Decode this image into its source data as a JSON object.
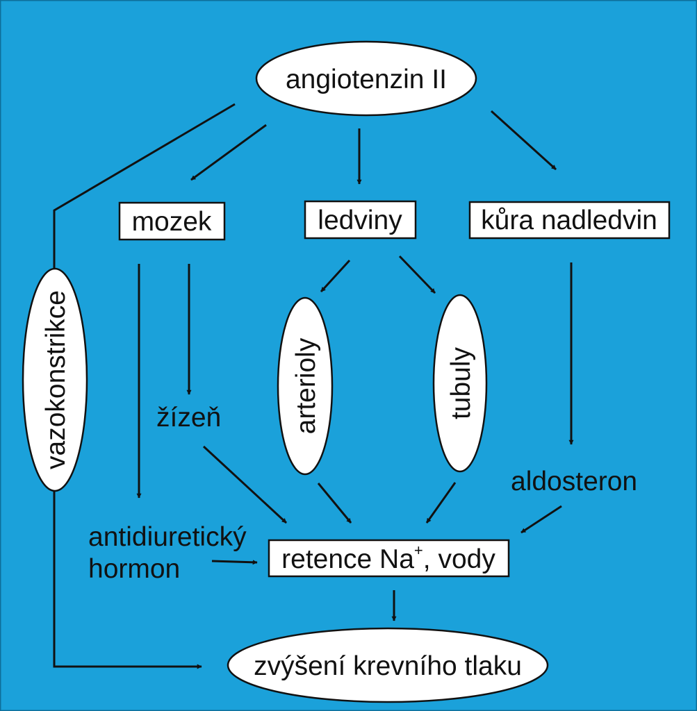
{
  "colors": {
    "background": "#1BA1DA",
    "frame": "#0E6E9A",
    "box_fill": "#FFFFFF",
    "stroke": "#111111"
  },
  "nodes": {
    "angiotenzin": "angiotenzin II",
    "mozek": "mozek",
    "ledviny": "ledviny",
    "kura": "kůra nadledvin",
    "vazokonstrikce": "vazokonstrikce",
    "arterioly": "arterioly",
    "tubuly": "tubuly",
    "zizen": "žízeň",
    "aldosteron": "aldosteron",
    "adh_line1": "antidiuretický",
    "adh_line2": "hormon",
    "retence_main": "retence Na",
    "retence_sup": "+",
    "retence_tail": ", vody",
    "tlak": "zvýšení krevního tlaku"
  }
}
